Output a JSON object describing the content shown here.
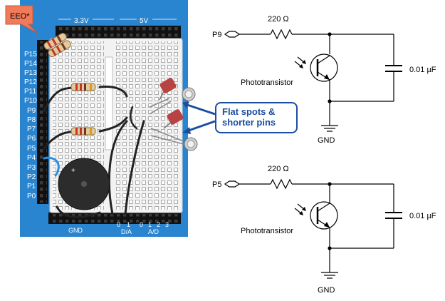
{
  "board": {
    "eeo_badge": "EEO*",
    "pin_labels": [
      "P15",
      "P14",
      "P13",
      "P12",
      "P11",
      "P10",
      "P9",
      "P8",
      "P7",
      "P6",
      "P5",
      "P4",
      "P3",
      "P2",
      "P1",
      "P0"
    ],
    "header_top_left": "3.3V",
    "header_top_right": "5V",
    "footer_gnd": "GND",
    "footer_da": "D/A",
    "footer_ad": "A/D",
    "footer_digits": [
      "0",
      "1",
      "0",
      "1",
      "2",
      "3"
    ],
    "buzzer_plus": "+",
    "colors": {
      "board_blue": "#2a85d0",
      "breadboard": "#f2f2f2",
      "header": "#111111",
      "resistor": "#e7c89b",
      "capacitor": "#b84343",
      "badge": "#f07a5a",
      "callout_border": "#1a4fa0"
    }
  },
  "callout": {
    "line1": "Flat spots &",
    "line2": "shorter pins"
  },
  "schematic_top": {
    "pin": "P9",
    "resistor_label": "220 Ω",
    "device_label": "Phototransistor",
    "cap_label": "0.01 µF",
    "ground_label": "GND"
  },
  "schematic_bottom": {
    "pin": "P5",
    "resistor_label": "220 Ω",
    "device_label": "Phototransistor",
    "cap_label": "0.01 µF",
    "ground_label": "GND"
  }
}
